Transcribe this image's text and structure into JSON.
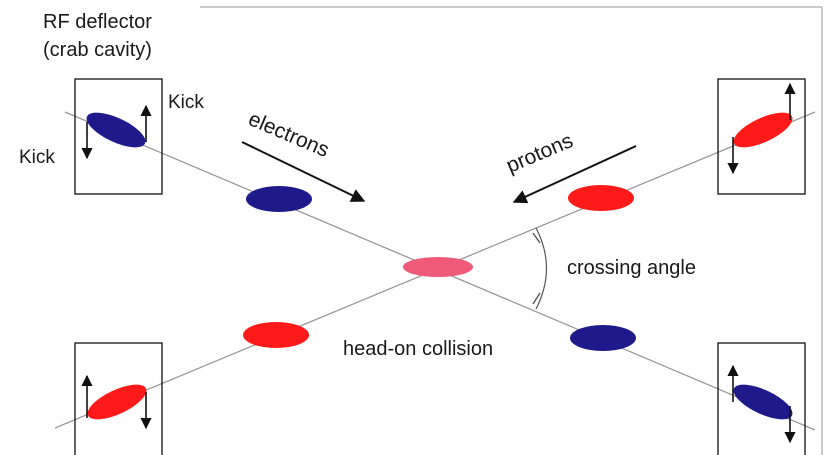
{
  "labels": {
    "rf_deflector_line1": "RF deflector",
    "rf_deflector_line2": "(crab cavity)",
    "kick_upper": "Kick",
    "kick_left": "Kick",
    "electrons": "electrons",
    "protons": "protons",
    "crossing_angle": "crossing angle",
    "head_on_collision": "head-on collision"
  },
  "colors": {
    "electron_bunch": "#1f1a8c",
    "proton_bunch": "#ff1a1a",
    "collision_bunch": "#ef5a78",
    "beam_line": "#9a9a9a",
    "frame": "#b8b8b8"
  }
}
